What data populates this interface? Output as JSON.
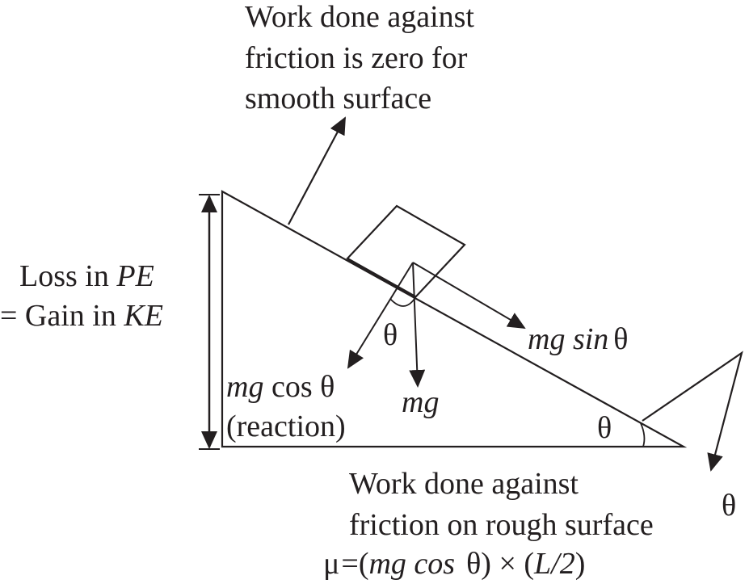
{
  "callout_top": {
    "line1": "Work done against",
    "line2": "friction is zero for",
    "line3": "smooth surface"
  },
  "left_label": {
    "loss_prefix": "Loss in ",
    "loss_var": "PE",
    "gain_prefix": "= Gain in ",
    "gain_var": "KE"
  },
  "forces": {
    "sin_component": "mg sin",
    "sin_theta": "θ",
    "cos_mg": "mg",
    "cos_text": " cos ",
    "cos_theta": "θ",
    "reaction": "(reaction)",
    "weight": "mg",
    "angle_block": "θ"
  },
  "incline_angle": "θ",
  "callout_bottom": {
    "line1": "Work done against",
    "line2": "friction on rough surface",
    "theta": "θ"
  },
  "formula": {
    "mu": "μ",
    "eq": "=",
    "paren_open": "(",
    "inner": "mg cos",
    "theta": "θ",
    "paren_close": ")",
    "times": " × ",
    "l_open": "(",
    "l_text": "L/2",
    "l_close": ")"
  }
}
